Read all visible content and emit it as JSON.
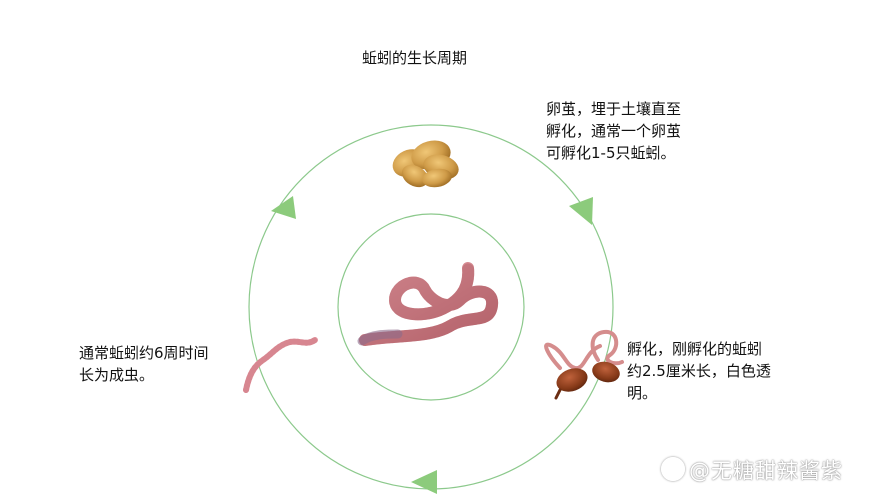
{
  "title": "蚯蚓的生长周期",
  "captions": {
    "egg": "卵茧，埋于土壤直至\n孵化，通常一个卵茧\n可孵化1-5只蚯蚓。",
    "hatch": "孵化，刚孵化的蚯蚓\n约2.5厘米长，白色透\n明。",
    "adult": "通常蚯蚓约6周时间\n长为成虫。"
  },
  "watermark": "@无糖甜辣酱紫",
  "colors": {
    "cycle_line": "#8cc98c",
    "arrow": "#8ccb7c",
    "worm_pink": "#d98a8f",
    "cocoon": "#c9953e",
    "hatchling_body": "#8a3e22"
  }
}
